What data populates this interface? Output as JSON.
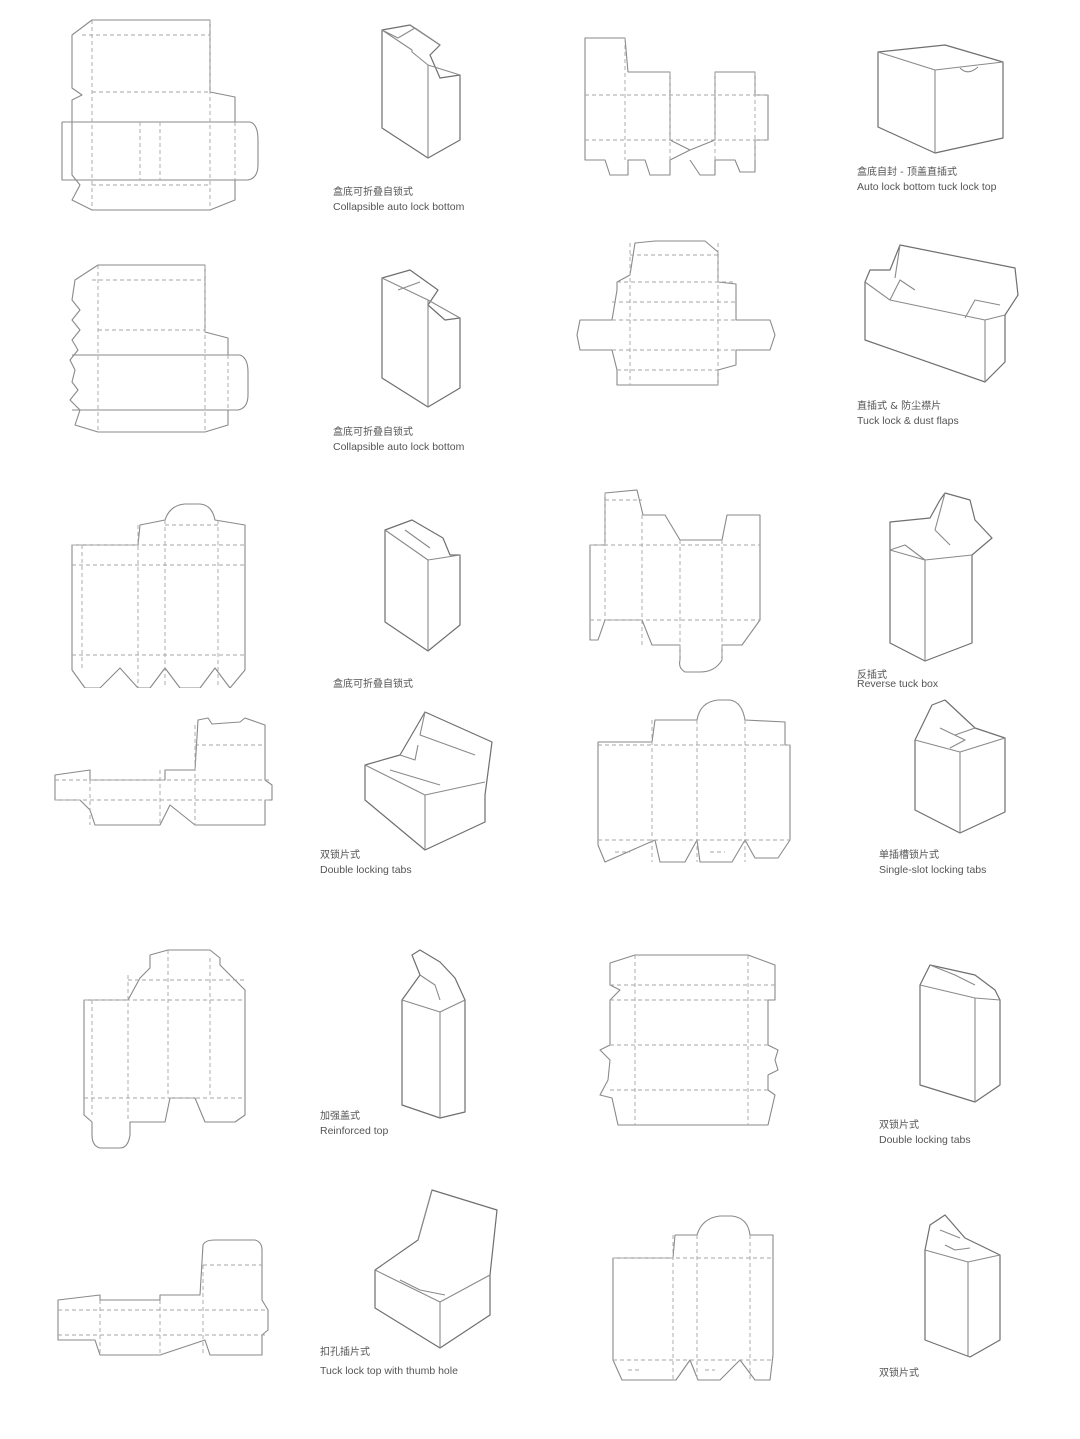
{
  "captions": [
    {
      "zh": "盒底可折叠自锁式",
      "en": "Collapsible auto lock bottom"
    },
    {
      "zh": "盒底自封 - 顶盖直插式",
      "en": "Auto lock bottom tuck lock top"
    },
    {
      "zh": "盒底可折叠自锁式",
      "en": "Collapsible auto lock bottom"
    },
    {
      "zh": "直插式 & 防尘襟片",
      "en": "Tuck lock & dust flaps"
    },
    {
      "zh": "盒底可折叠自锁式",
      "en": ""
    },
    {
      "zh": "反插式",
      "en": "Reverse tuck box"
    },
    {
      "zh": "双锁片式",
      "en": "Double locking tabs"
    },
    {
      "zh": "单插槽锁片式",
      "en": "Single-slot locking tabs"
    },
    {
      "zh": "加强盖式",
      "en": "Reinforced top"
    },
    {
      "zh": "双锁片式",
      "en": "Double locking tabs"
    },
    {
      "zh": "扣孔插片式",
      "en": "Tuck lock top with thumb hole"
    },
    {
      "zh": "双锁片式",
      "en": ""
    }
  ],
  "colors": {
    "line": "#8a8a8a",
    "dash": "#a6a6a6",
    "text": "#555555",
    "background": "#ffffff"
  }
}
